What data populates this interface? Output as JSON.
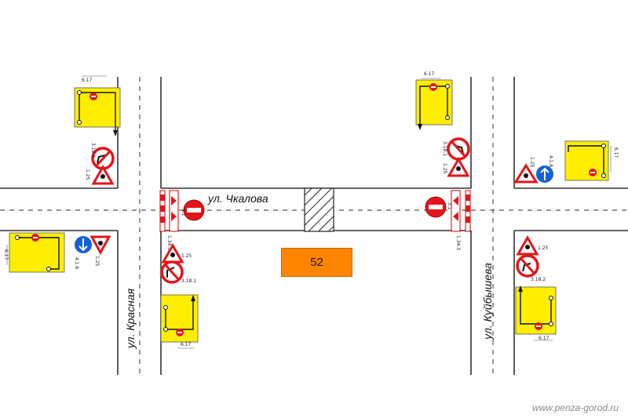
{
  "streets": {
    "main": "ул. Чкалова",
    "left": "ул. Красная",
    "right": "ул. Куйбышева"
  },
  "building": {
    "number": "52",
    "color": "#ff8400"
  },
  "watermark": "www.penza-gorod.ru",
  "sign_codes": {
    "top_left_ramp": "1.25",
    "top_left_noturn": "3.18.2",
    "top_left_dist": "6.17",
    "top_right_noturn": "3.18.1",
    "top_right_ramp": "1.25",
    "top_right_dist": "6.17",
    "far_right_ramp": "1.25",
    "far_right_dir": "4.1.6",
    "far_right_dist": "6.17",
    "left_dir": "4.1.6",
    "left_ramp": "1.25",
    "left_dist": "6.17",
    "center_left_ramp": "1.25",
    "center_left_noturn": "3.18.1",
    "center_left_dist": "6.17",
    "right_low_ramp": "1.25",
    "right_low_noturn": "3.18.2",
    "right_low_dist": "6.17",
    "no_entry_left": "3.1",
    "no_entry_right": "3.1",
    "barrier_left": "1.34.3",
    "barrier_right": "1.34.3"
  },
  "colors": {
    "sign_red": "#e3151b",
    "sign_blue": "#1560d8",
    "panel_yellow": "#ffee00"
  }
}
